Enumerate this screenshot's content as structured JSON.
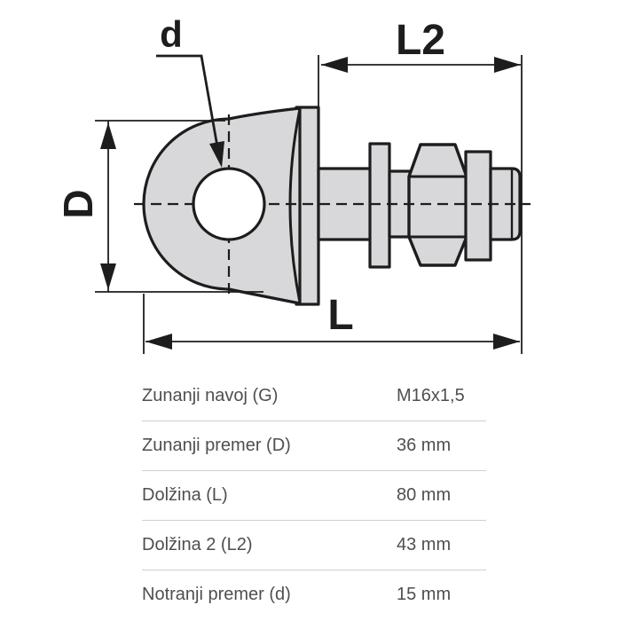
{
  "diagram": {
    "labels": {
      "inner_diameter": "d",
      "outer_diameter": "D",
      "length": "L",
      "length2": "L2"
    },
    "part_kind": "eye-bolt-pivot-fitting-side-view"
  },
  "table": {
    "rows": [
      {
        "label": "Zunanji navoj (G)",
        "value": "M16x1,5"
      },
      {
        "label": "Zunanji premer (D)",
        "value": "36 mm"
      },
      {
        "label": "Dolžina (L)",
        "value": "80 mm"
      },
      {
        "label": "Dolžina 2 (L2)",
        "value": "43 mm"
      },
      {
        "label": "Notranji premer (d)",
        "value": "15 mm"
      }
    ]
  },
  "colors": {
    "part_fill": "#d8d8da",
    "outline": "#1d1d1d",
    "table_text": "#4f4f4f",
    "divider": "#cfcfcf",
    "background": "#ffffff"
  }
}
